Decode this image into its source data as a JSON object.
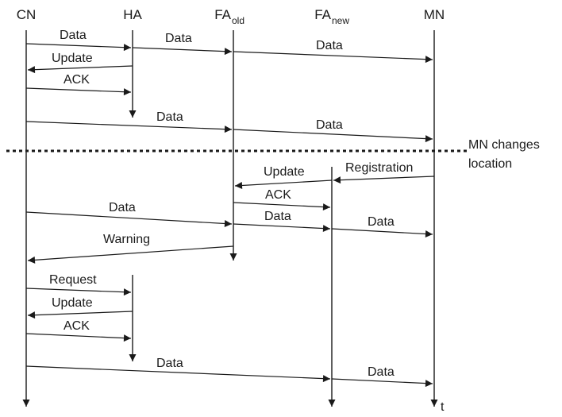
{
  "entities": [
    {
      "id": "CN",
      "label": "CN",
      "sub": ""
    },
    {
      "id": "HA",
      "label": "HA",
      "sub": ""
    },
    {
      "id": "FAo",
      "label": "FA",
      "sub": "old"
    },
    {
      "id": "FAn",
      "label": "FA",
      "sub": "new"
    },
    {
      "id": "MN",
      "label": "MN",
      "sub": ""
    }
  ],
  "time_label": "t",
  "event_label": [
    "MN changes",
    "location"
  ],
  "messages": [
    {
      "from": "CN",
      "to": "HA",
      "label": "Data"
    },
    {
      "from": "HA",
      "to": "FAo",
      "label": "Data"
    },
    {
      "from": "FAo",
      "to": "MN",
      "label": "Data"
    },
    {
      "from": "HA",
      "to": "CN",
      "label": "Update"
    },
    {
      "from": "CN",
      "to": "HA",
      "label": "ACK"
    },
    {
      "from": "CN",
      "to": "FAo",
      "label": "Data"
    },
    {
      "from": "FAo",
      "to": "MN",
      "label": "Data"
    },
    {
      "from": "MN",
      "to": "FAn",
      "label": "Registration"
    },
    {
      "from": "FAn",
      "to": "FAo",
      "label": "Update"
    },
    {
      "from": "FAo",
      "to": "FAn",
      "label": "ACK"
    },
    {
      "from": "CN",
      "to": "FAo",
      "label": "Data"
    },
    {
      "from": "FAo",
      "to": "FAn",
      "label": "Data"
    },
    {
      "from": "FAn",
      "to": "MN",
      "label": "Data"
    },
    {
      "from": "FAo",
      "to": "CN",
      "label": "Warning"
    },
    {
      "from": "CN",
      "to": "HA",
      "label": "Request"
    },
    {
      "from": "HA",
      "to": "CN",
      "label": "Update"
    },
    {
      "from": "CN",
      "to": "HA",
      "label": "ACK"
    },
    {
      "from": "CN",
      "to": "FAn",
      "label": "Data"
    },
    {
      "from": "FAn",
      "to": "MN",
      "label": "Data"
    }
  ]
}
